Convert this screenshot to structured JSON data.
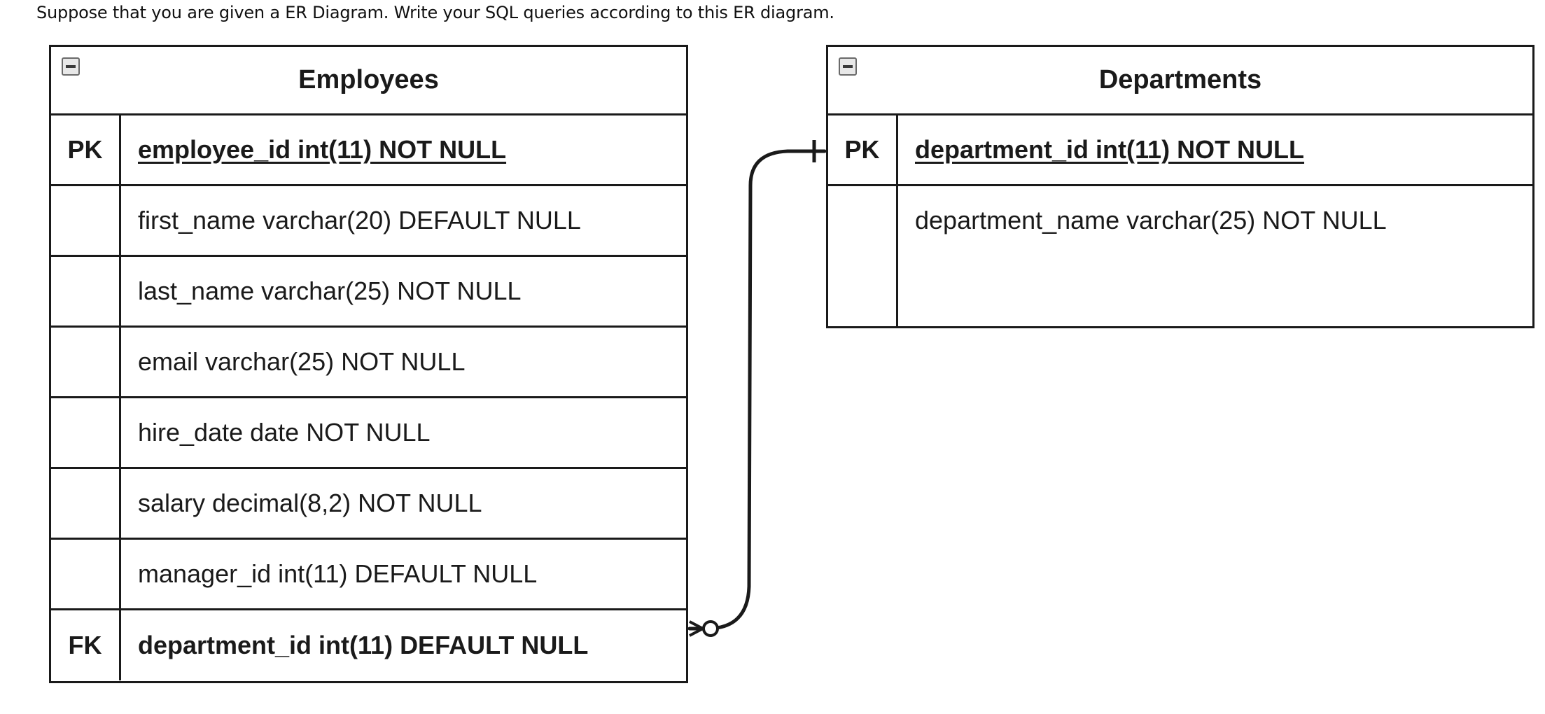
{
  "prompt": "Suppose that you are given a ER Diagram. Write your SQL queries according to this ER diagram.",
  "employees": {
    "title": "Employees",
    "rows": [
      {
        "key": "PK",
        "text": "employee_id int(11) NOT NULL"
      },
      {
        "key": "",
        "text": "first_name varchar(20) DEFAULT NULL"
      },
      {
        "key": "",
        "text": "last_name varchar(25) NOT NULL"
      },
      {
        "key": "",
        "text": "email varchar(25) NOT NULL"
      },
      {
        "key": "",
        "text": "hire_date date NOT NULL"
      },
      {
        "key": "",
        "text": "salary decimal(8,2) NOT NULL"
      },
      {
        "key": "",
        "text": "manager_id int(11) DEFAULT NULL"
      },
      {
        "key": "FK",
        "text": "department_id int(11) DEFAULT  NULL"
      }
    ]
  },
  "departments": {
    "title": "Departments",
    "rows": [
      {
        "key": "PK",
        "text": "department_id int(11) NOT NULL"
      },
      {
        "key": "",
        "text": "department_name varchar(25) NOT NULL"
      }
    ]
  },
  "relationship": {
    "from": "Employees.department_id",
    "to": "Departments.department_id",
    "from_end": "zero-or-many",
    "to_end": "one"
  }
}
